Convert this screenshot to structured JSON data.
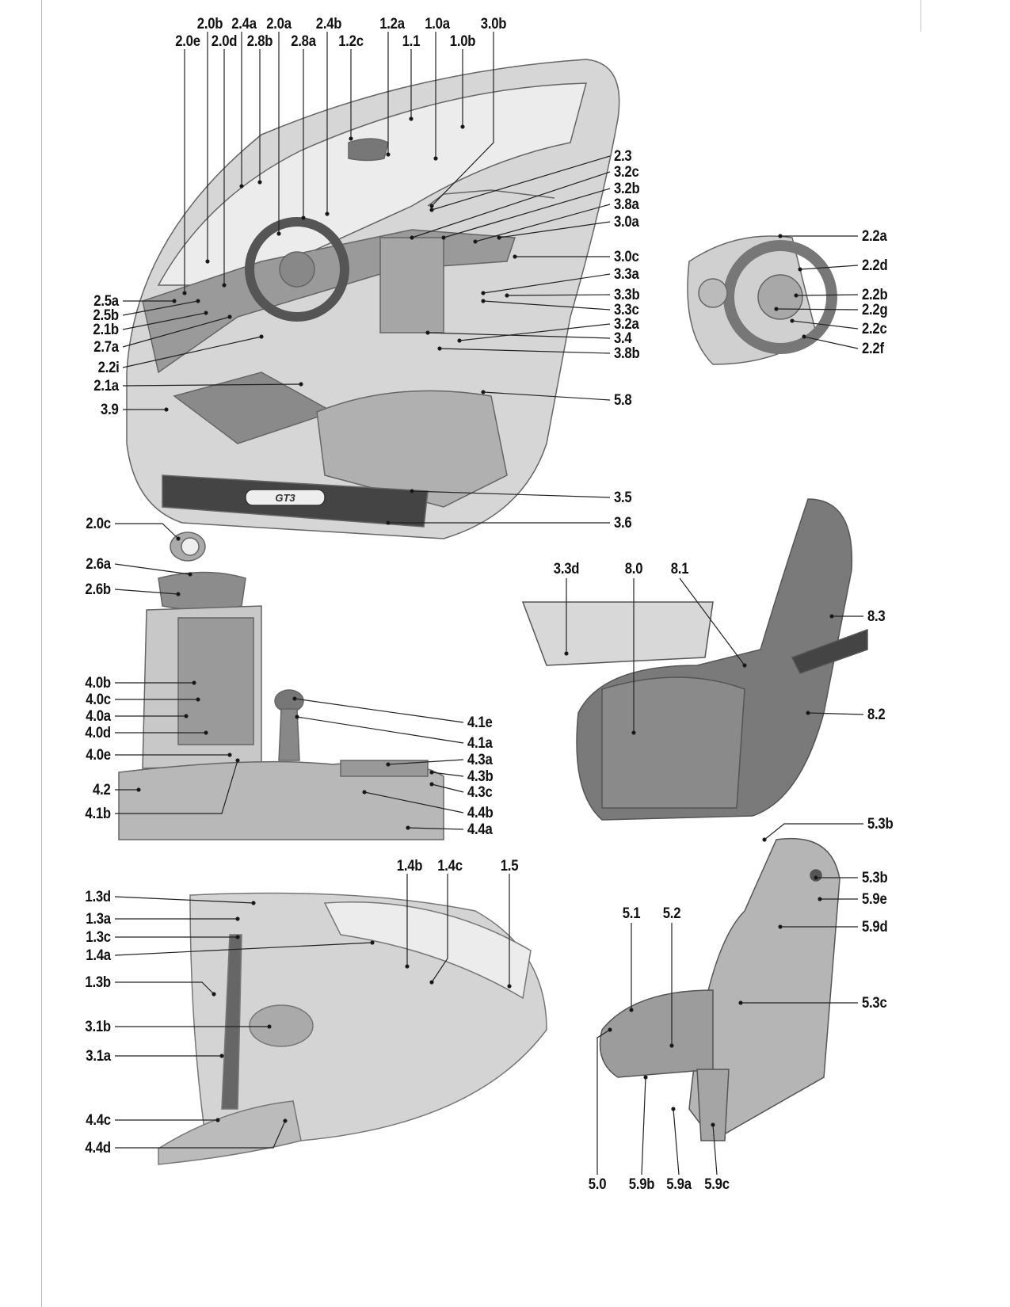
{
  "figures": {
    "interior_top_row1": {
      "labels": [
        "2.0b",
        "2.4a",
        "2.0a",
        "2.4b",
        "1.2a",
        "1.0a",
        "3.0b"
      ]
    },
    "interior_top_row2": {
      "labels": [
        "2.0e",
        "2.0d",
        "2.8b",
        "2.8a",
        "1.2c",
        "1.1",
        "1.0b"
      ]
    },
    "interior_right": {
      "labels": [
        "2.3",
        "3.2c",
        "3.2b",
        "3.8a",
        "3.0a",
        "3.0c",
        "3.3a",
        "3.3b",
        "3.3c",
        "3.2a",
        "3.4",
        "3.8b",
        "5.8",
        "3.5",
        "3.6"
      ]
    },
    "interior_left": {
      "labels": [
        "2.5a",
        "2.5b",
        "2.1b",
        "2.7a",
        "2.2i",
        "2.1a",
        "3.9"
      ]
    },
    "steering_wheel": {
      "labels": [
        "2.2a",
        "2.2d",
        "2.2b",
        "2.2g",
        "2.2c",
        "2.2f"
      ]
    },
    "console_left": {
      "labels": [
        "2.0c",
        "2.6a",
        "2.6b",
        "4.0b",
        "4.0c",
        "4.0a",
        "4.0d",
        "4.0e",
        "4.2",
        "4.1b"
      ]
    },
    "console_right": {
      "labels": [
        "4.1e",
        "4.1a",
        "4.3a",
        "4.3b",
        "4.3c",
        "4.4b",
        "4.4a"
      ]
    },
    "sport_seat_top": {
      "labels": [
        "3.3d",
        "8.0",
        "8.1"
      ]
    },
    "sport_seat_right": {
      "labels": [
        "8.3",
        "8.2",
        "5.3b"
      ]
    },
    "rear_left": {
      "labels": [
        "1.3d",
        "1.3a",
        "1.3c",
        "1.4a",
        "1.3b",
        "3.1b",
        "3.1a",
        "4.4c",
        "4.4d"
      ]
    },
    "rear_top": {
      "labels": [
        "1.4b",
        "1.4c",
        "1.5"
      ]
    },
    "comfort_seat_right": {
      "labels": [
        "5.3b",
        "5.9e",
        "5.9d",
        "5.3c"
      ]
    },
    "comfort_seat_top": {
      "labels": [
        "5.1",
        "5.2"
      ]
    },
    "comfort_seat_bottom": {
      "labels": [
        "5.0",
        "5.9b",
        "5.9a",
        "5.9c"
      ]
    }
  },
  "badge_text": "GT3"
}
